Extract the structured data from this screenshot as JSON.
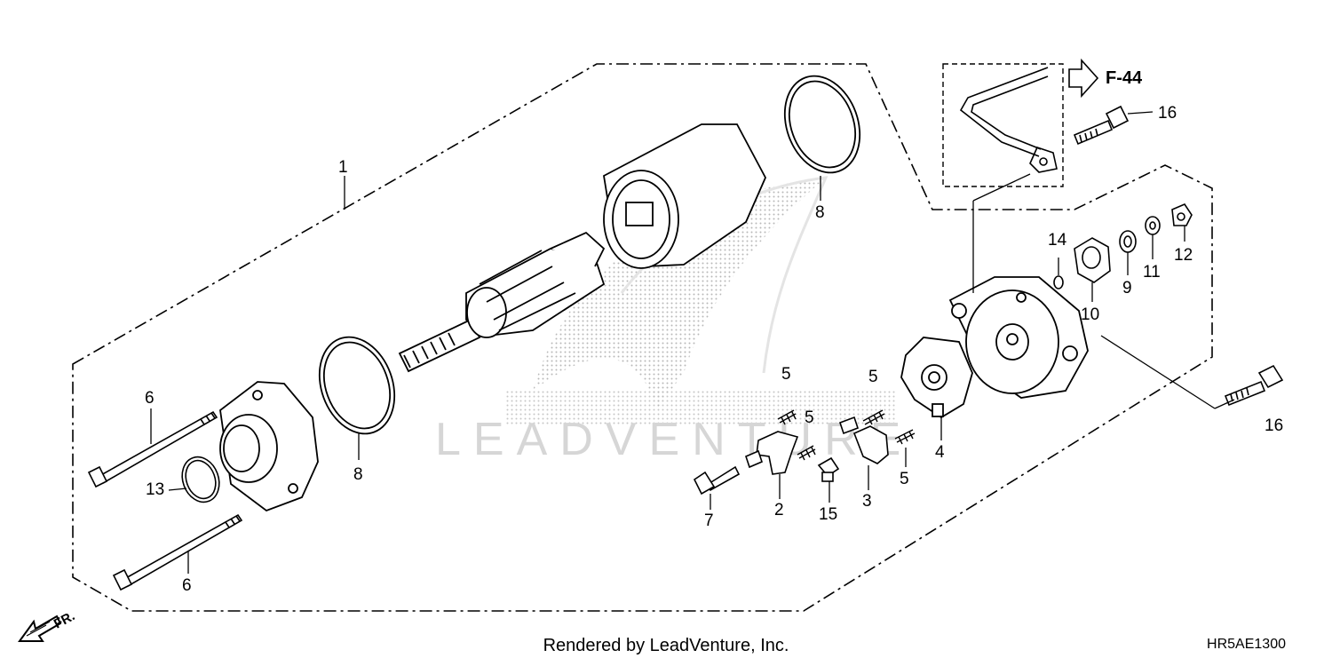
{
  "diagram": {
    "reference_page": "F-44",
    "front_indicator": "FR.",
    "watermark": "LEADVENTURE",
    "footer": "Rendered by LeadVenture, Inc.",
    "diagram_code": "HR5AE1300",
    "callouts": {
      "c1": "1",
      "c2": "2",
      "c3": "3",
      "c4": "4",
      "c5a": "5",
      "c5b": "5",
      "c5c": "5",
      "c5d": "5",
      "c6a": "6",
      "c6b": "6",
      "c7": "7",
      "c8a": "8",
      "c8b": "8",
      "c9": "9",
      "c10": "10",
      "c11": "11",
      "c12": "12",
      "c13": "13",
      "c14": "14",
      "c15": "15",
      "c16a": "16",
      "c16b": "16"
    }
  }
}
